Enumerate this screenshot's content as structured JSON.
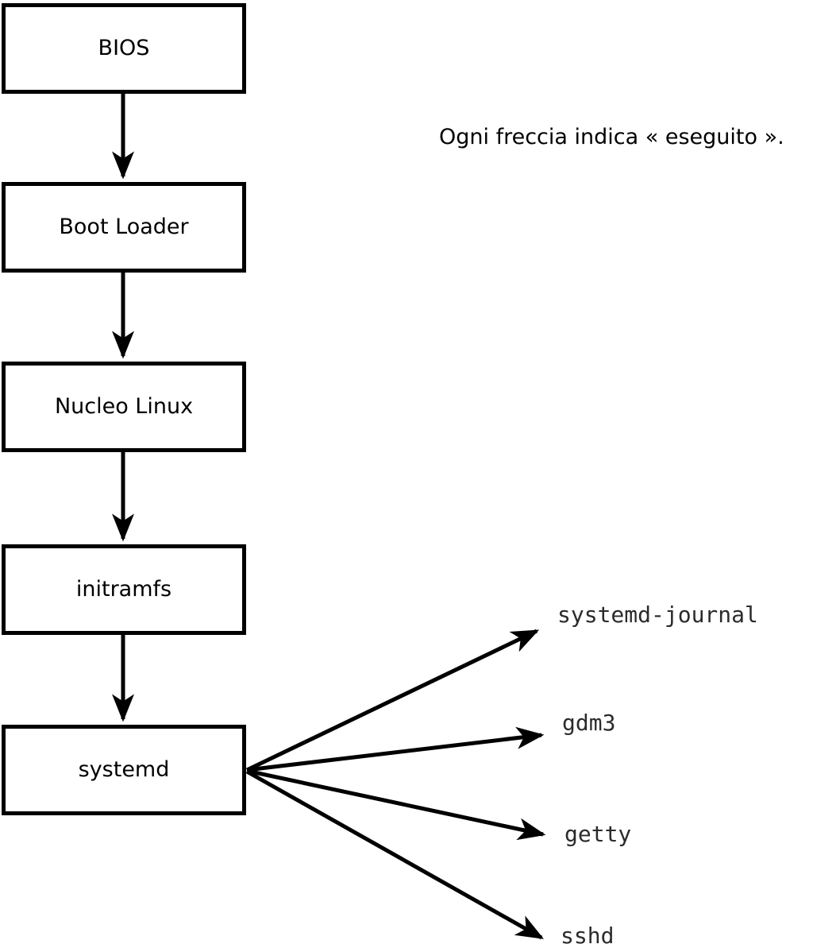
{
  "diagram": {
    "annotation": "Ogni freccia indica « eseguito ».",
    "arrow_meaning": "eseguito",
    "colors": {
      "stroke": "#000000",
      "box_fill": "#ffffff",
      "background": "#ffffff"
    },
    "chain": [
      {
        "id": "bios",
        "label": "BIOS"
      },
      {
        "id": "boot-loader",
        "label": "Boot Loader"
      },
      {
        "id": "kernel",
        "label": "Nucleo Linux"
      },
      {
        "id": "initramfs",
        "label": "initramfs"
      },
      {
        "id": "systemd",
        "label": "systemd"
      }
    ],
    "spawned": [
      {
        "id": "systemd-journal",
        "label": "systemd-journal"
      },
      {
        "id": "gdm3",
        "label": "gdm3"
      },
      {
        "id": "getty",
        "label": "getty"
      },
      {
        "id": "sshd",
        "label": "sshd"
      }
    ]
  }
}
